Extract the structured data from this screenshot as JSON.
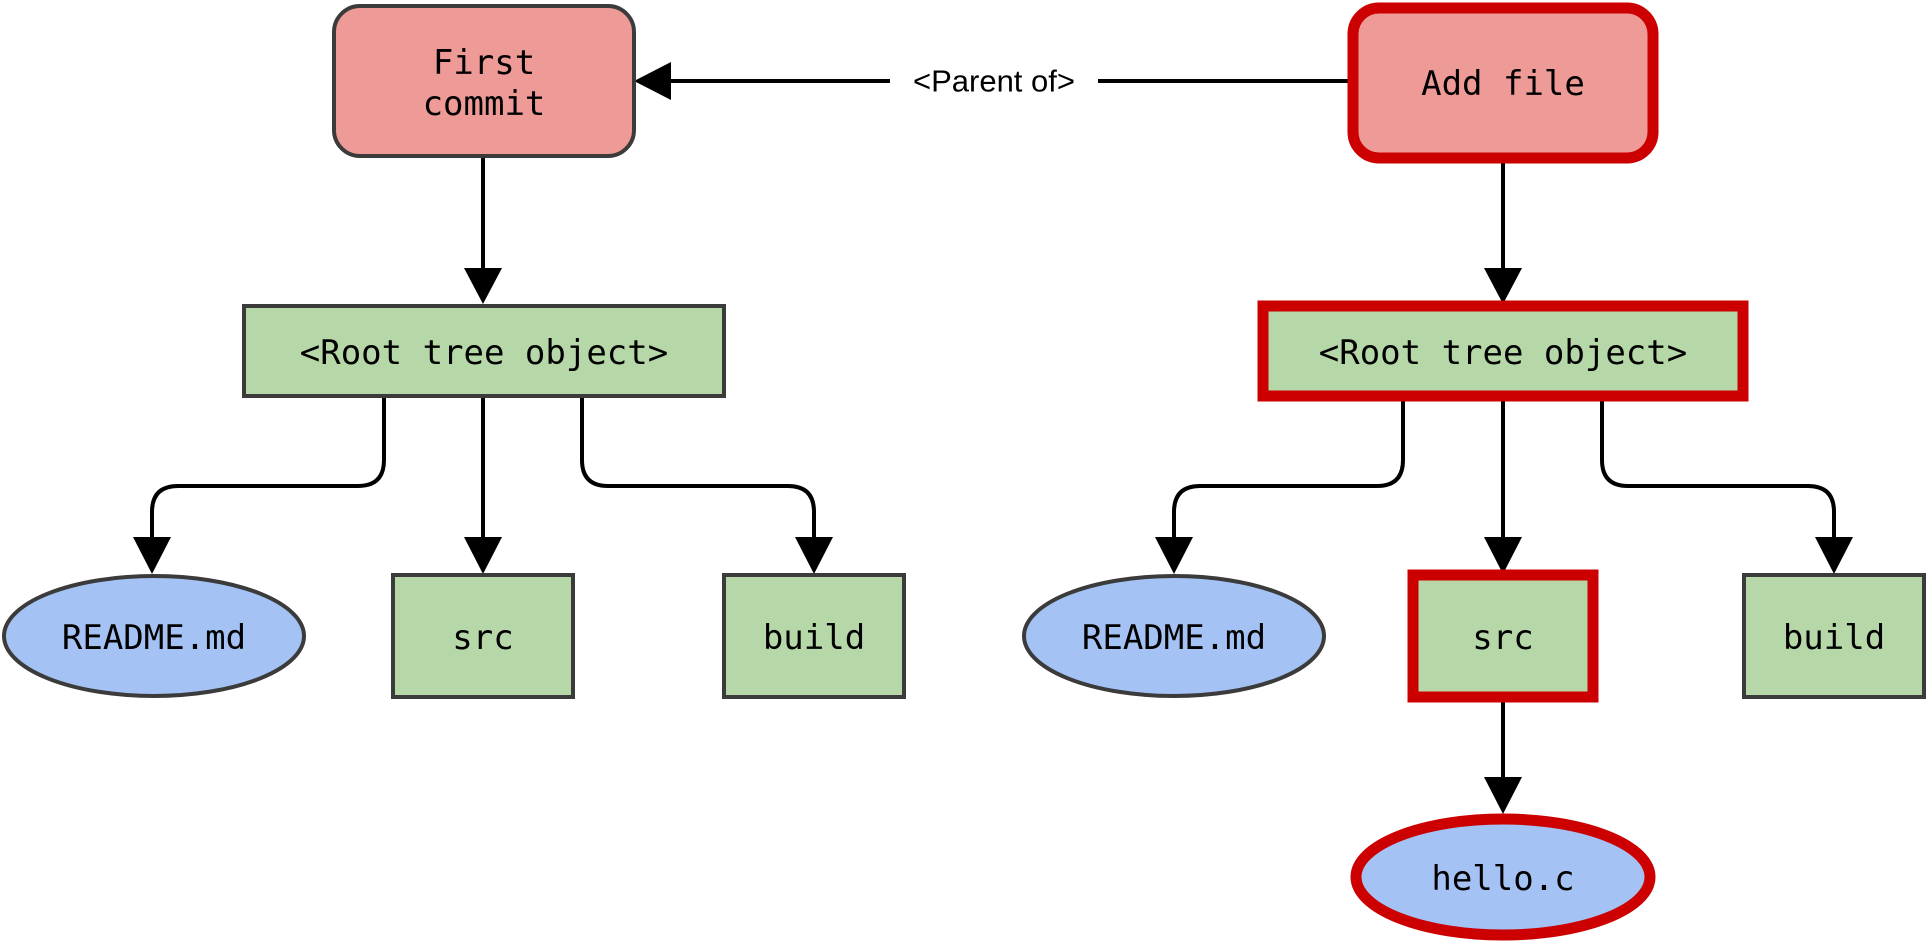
{
  "colors": {
    "commit_fill": "#ee9a97",
    "tree_fill": "#b6d7a8",
    "blob_fill": "#a4c2f4",
    "normal_stroke": "#3b3b3b",
    "highlight_stroke": "#cc0000",
    "edge": "#000000"
  },
  "left": {
    "commit": {
      "lines": [
        "First",
        "commit"
      ]
    },
    "root_tree": {
      "label": "<Root tree object>"
    },
    "readme": {
      "label": "README.md"
    },
    "src": {
      "label": "src"
    },
    "build": {
      "label": "build"
    }
  },
  "right": {
    "commit": {
      "lines": [
        "Add file"
      ]
    },
    "root_tree": {
      "label": "<Root tree object>"
    },
    "readme": {
      "label": "README.md"
    },
    "src": {
      "label": "src"
    },
    "build": {
      "label": "build"
    },
    "hello": {
      "label": "hello.c"
    }
  },
  "parent_edge": {
    "label": "<Parent of>"
  }
}
